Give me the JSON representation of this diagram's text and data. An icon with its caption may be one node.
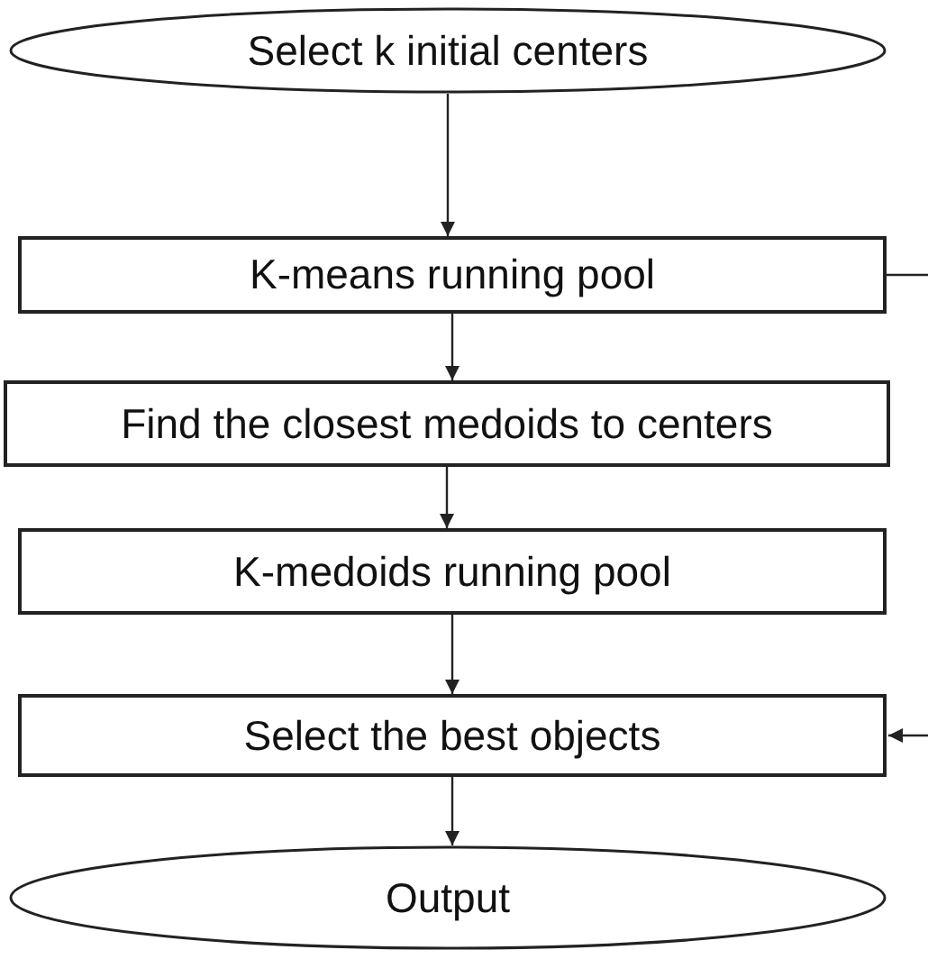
{
  "diagram": {
    "nodes": [
      {
        "text": [
          "Select k initial centers"
        ]
      },
      {
        "text": [
          "K-means running pool"
        ]
      },
      {
        "text": [
          "Find the closest medoids to centers"
        ]
      },
      {
        "text": [
          "K-medoids running pool"
        ]
      },
      {
        "text": [
          "Select the best objects"
        ]
      },
      {
        "text": [
          "Output"
        ]
      }
    ],
    "edges": [
      {
        "from": 0,
        "to": 1,
        "arrow": "to"
      },
      {
        "from": 1,
        "to": 2,
        "arrow": "to"
      },
      {
        "from": 2,
        "to": 3,
        "arrow": "to"
      },
      {
        "from": 3,
        "to": 4,
        "arrow": "to"
      },
      {
        "from": 4,
        "to": 5,
        "arrow": "to"
      },
      {
        "from": 1,
        "to": null,
        "arrow": "none"
      },
      {
        "from": null,
        "to": 4,
        "arrow": "to"
      }
    ]
  }
}
